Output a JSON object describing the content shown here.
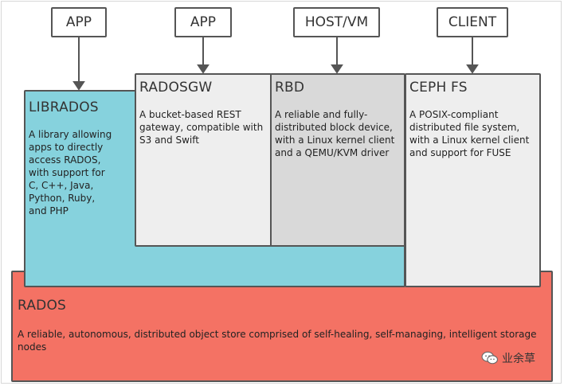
{
  "clients": {
    "app1": "APP",
    "app2": "APP",
    "hostvm": "HOST/VM",
    "client": "CLIENT"
  },
  "librados": {
    "title": "LIBRADOS",
    "desc": "A library allowing\napps to directly\naccess RADOS,\nwith support for\nC, C++, Java,\nPython, Ruby,\nand PHP"
  },
  "radosgw": {
    "title": "RADOSGW",
    "desc": "A bucket-based REST\ngateway, compatible with\nS3 and Swift"
  },
  "rbd": {
    "title": "RBD",
    "desc": "A reliable and fully-\ndistributed block device,\nwith a Linux kernel client\nand a QEMU/KVM driver"
  },
  "cephfs": {
    "title": "CEPH FS",
    "desc": "A POSIX-compliant\ndistributed file system,\nwith a Linux kernel client\nand support for FUSE"
  },
  "rados": {
    "title": "RADOS",
    "desc": "A reliable, autonomous, distributed object store comprised of self-healing, self-managing, intelligent storage\nnodes"
  },
  "watermark": {
    "text": "业余草",
    "icon": "wechat-icon"
  },
  "colors": {
    "librados": "#86d2dd",
    "radosgw": "#eeeeee",
    "rbd": "#d9d9d9",
    "cephfs": "#eeeeee",
    "rados": "#f47264",
    "border": "#555555"
  }
}
